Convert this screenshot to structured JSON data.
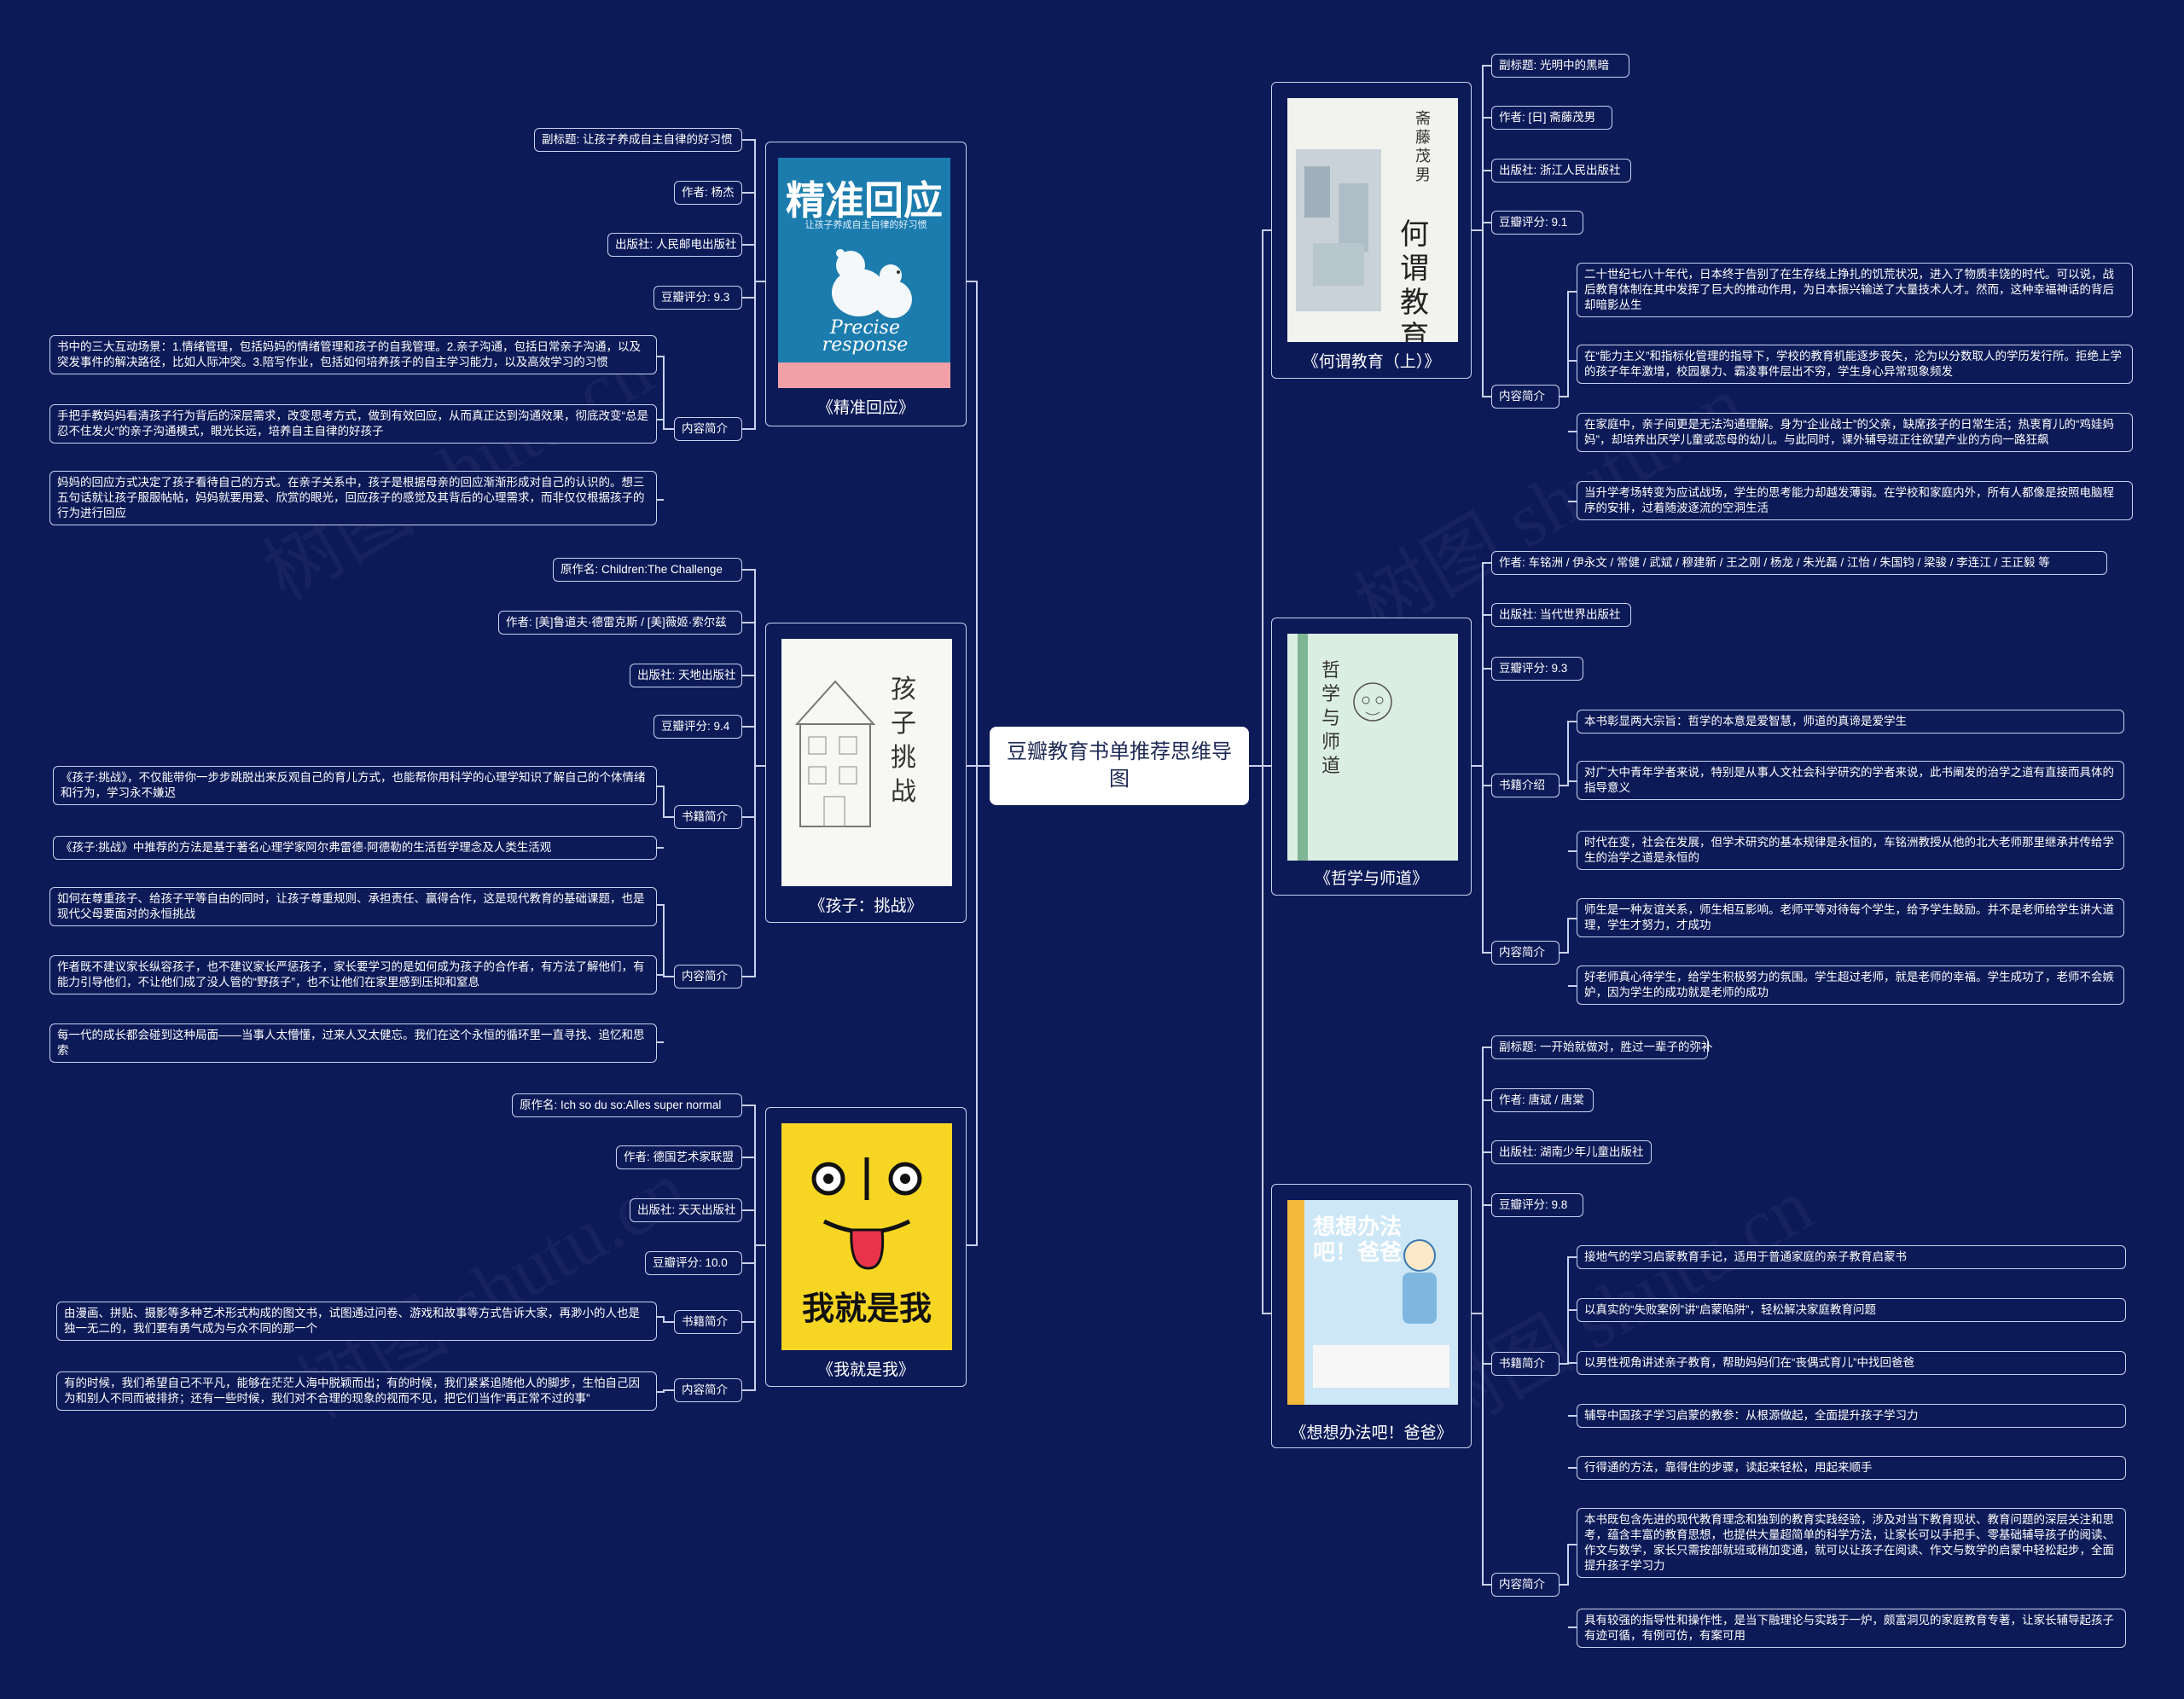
{
  "root": "豆瓣教育书单推荐思维导图",
  "books": [
    {
      "caption": "《精准回应》",
      "cover_title": "精准回应",
      "cover_sub": "让孩子养成自主自律的好习惯",
      "cover_en": "Precise response",
      "subtitle": "副标题: 让孩子养成自主自律的好习惯",
      "author": "作者: 杨杰",
      "publisher": "出版社: 人民邮电出版社",
      "rating": "豆瓣评分: 9.3",
      "content_label": "内容简介",
      "content": [
        "书中的三大互动场景：1.情绪管理，包括妈妈的情绪管理和孩子的自我管理。2.亲子沟通，包括日常亲子沟通，以及突发事件的解决路径，比如人际冲突。3.陪写作业，包括如何培养孩子的自主学习能力，以及高效学习的习惯",
        "手把手教妈妈看清孩子行为背后的深层需求，改变思考方式，做到有效回应，从而真正达到沟通效果，彻底改变“总是忍不住发火”的亲子沟通模式，眼光长远，培养自主自律的好孩子",
        "妈妈的回应方式决定了孩子看待自己的方式。在亲子关系中，孩子是根据母亲的回应渐渐形成对自己的认识的。想三五句话就让孩子服服帖帖，妈妈就要用爱、欣赏的眼光，回应孩子的感觉及其背后的心理需求，而非仅仅根据孩子的行为进行回应"
      ]
    },
    {
      "caption": "《孩子：挑战》",
      "cover_title": "孩子挑战",
      "original": "原作名: Children:The Challenge",
      "author": "作者: [美]鲁道夫·德雷克斯 / [美]薇姬·索尔兹",
      "publisher": "出版社: 天地出版社",
      "rating": "豆瓣评分: 9.4",
      "intro_label": "书籍简介",
      "intro": [
        "《孩子:挑战》，不仅能带你一步步跳脱出来反观自己的育儿方式，也能帮你用科学的心理学知识了解自己的个体情绪和行为，学习永不嫌迟",
        "《孩子:挑战》中推荐的方法是基于著名心理学家阿尔弗雷德·阿德勒的生活哲学理念及人类生活观"
      ],
      "content_label": "内容简介",
      "content": [
        "如何在尊重孩子、给孩子平等自由的同时，让孩子尊重规则、承担责任、赢得合作，这是现代教育的基础课题，也是现代父母要面对的永恒挑战",
        "作者既不建议家长纵容孩子，也不建议家长严惩孩子，家长要学习的是如何成为孩子的合作者，有方法了解他们，有能力引导他们，不让他们成了没人管的“野孩子”，也不让他们在家里感到压抑和窒息",
        "每一代的成长都会碰到这种局面——当事人太懵懂，过来人又太健忘。我们在这个永恒的循环里一直寻找、追忆和思索"
      ]
    },
    {
      "caption": "《我就是我》",
      "cover_title": "我就是我",
      "original": "原作名: Ich so du so:Alles super normal",
      "author": "作者: 德国艺术家联盟",
      "publisher": "出版社: 天天出版社",
      "rating": "豆瓣评分: 10.0",
      "intro_label": "书籍简介",
      "intro": [
        "由漫画、拼贴、摄影等多种艺术形式构成的图文书，试图通过问卷、游戏和故事等方式告诉大家，再渺小的人也是独一无二的，我们要有勇气成为与众不同的那一个"
      ],
      "content_label": "内容简介",
      "content": [
        "有的时候，我们希望自己不平凡，能够在茫茫人海中脱颖而出；有的时候，我们紧紧追随他人的脚步，生怕自己因为和别人不同而被排挤；还有一些时候，我们对不合理的现象的视而不见，把它们当作“再正常不过的事”"
      ]
    },
    {
      "caption": "《何谓教育（上）》",
      "cover_title": "何谓教育",
      "cover_author": "斋藤茂男",
      "subtitle": "副标题: 光明中的黑暗",
      "author": "作者: [日] 斋藤茂男",
      "publisher": "出版社: 浙江人民出版社",
      "rating": "豆瓣评分: 9.1",
      "content_label": "内容简介",
      "content": [
        "二十世纪七八十年代，日本终于告别了在生存线上挣扎的饥荒状况，进入了物质丰饶的时代。可以说，战后教育体制在其中发挥了巨大的推动作用，为日本振兴输送了大量技术人才。然而，这种幸福神话的背后却暗影丛生",
        "在“能力主义”和指标化管理的指导下，学校的教育机能逐步丧失，沦为以分数取人的学历发行所。拒绝上学的孩子年年激增，校园暴力、霸凌事件层出不穷，学生身心异常现象频发",
        "在家庭中，亲子间更是无法沟通理解。身为“企业战士”的父亲，缺席孩子的日常生活；热衷育儿的“鸡娃妈妈”，却培养出厌学儿童或恋母的幼儿。与此同时，课外辅导班正往欲望产业的方向一路狂飙",
        "当升学考场转变为应试战场，学生的思考能力却越发薄弱。在学校和家庭内外，所有人都像是按照电脑程序的安排，过着随波逐流的空洞生活"
      ]
    },
    {
      "caption": "《哲学与师道》",
      "cover_title": "哲学与师道",
      "author": "作者: 车铭洲 / 伊永文 / 常健 / 武斌 / 穆建新 / 王之刚 / 杨龙 / 朱光磊 / 江怡 / 朱国钧 / 梁骏 / 李连江 / 王正毅 等",
      "publisher": "出版社: 当代世界出版社",
      "rating": "豆瓣评分: 9.3",
      "intro_label": "书籍介绍",
      "intro": [
        "本书彰显两大宗旨：哲学的本意是爱智慧，师道的真谛是爱学生",
        "对广大中青年学者来说，特别是从事人文社会科学研究的学者来说，此书阐发的治学之道有直接而具体的指导意义",
        "时代在变，社会在发展，但学术研究的基本规律是永恒的，车铭洲教授从他的北大老师那里继承并传给学生的治学之道是永恒的"
      ],
      "content_label": "内容简介",
      "content": [
        "师生是一种友谊关系，师生相互影响。老师平等对待每个学生，给予学生鼓励。并不是老师给学生讲大道理，学生才努力，才成功",
        "好老师真心待学生，给学生积极努力的氛围。学生超过老师，就是老师的幸福。学生成功了，老师不会嫉妒，因为学生的成功就是老师的成功"
      ]
    },
    {
      "caption": "《想想办法吧！爸爸》",
      "cover_title": "想想办法吧！爸爸",
      "subtitle": "副标题: 一开始就做对，胜过一辈子的弥补",
      "author": "作者: 唐斌 / 唐棠",
      "publisher": "出版社: 湖南少年儿童出版社",
      "rating": "豆瓣评分: 9.8",
      "intro_label": "书籍简介",
      "intro": [
        "接地气的学习启蒙教育手记，适用于普通家庭的亲子教育启蒙书",
        "以真实的“失败案例”讲“启蒙陷阱”，轻松解决家庭教育问题",
        "以男性视角讲述亲子教育，帮助妈妈们在“丧偶式育儿”中找回爸爸",
        "辅导中国孩子学习启蒙的教参：从根源做起，全面提升孩子学习力",
        "行得通的方法，靠得住的步骤，读起来轻松，用起来顺手"
      ],
      "content_label": "内容简介",
      "content": [
        "本书既包含先进的现代教育理念和独到的教育实践经验，涉及对当下教育现状、教育问题的深层关注和思考，蕴含丰富的教育思想，也提供大量超简单的科学方法，让家长可以手把手、零基础辅导孩子的阅读、作文与数学，家长只需按部就班或稍加变通，就可以让孩子在阅读、作文与数学的启蒙中轻松起步，全面提升孩子学习力",
        "具有较强的指导性和操作性，是当下融理论与实践于一炉，颇富洞见的家庭教育专著，让家长辅导起孩子有迹可循，有例可仿，有案可用"
      ]
    }
  ],
  "colors": {
    "background": "#0c1a58",
    "line": "#c9d2ee",
    "root_bg": "#ffffff"
  }
}
